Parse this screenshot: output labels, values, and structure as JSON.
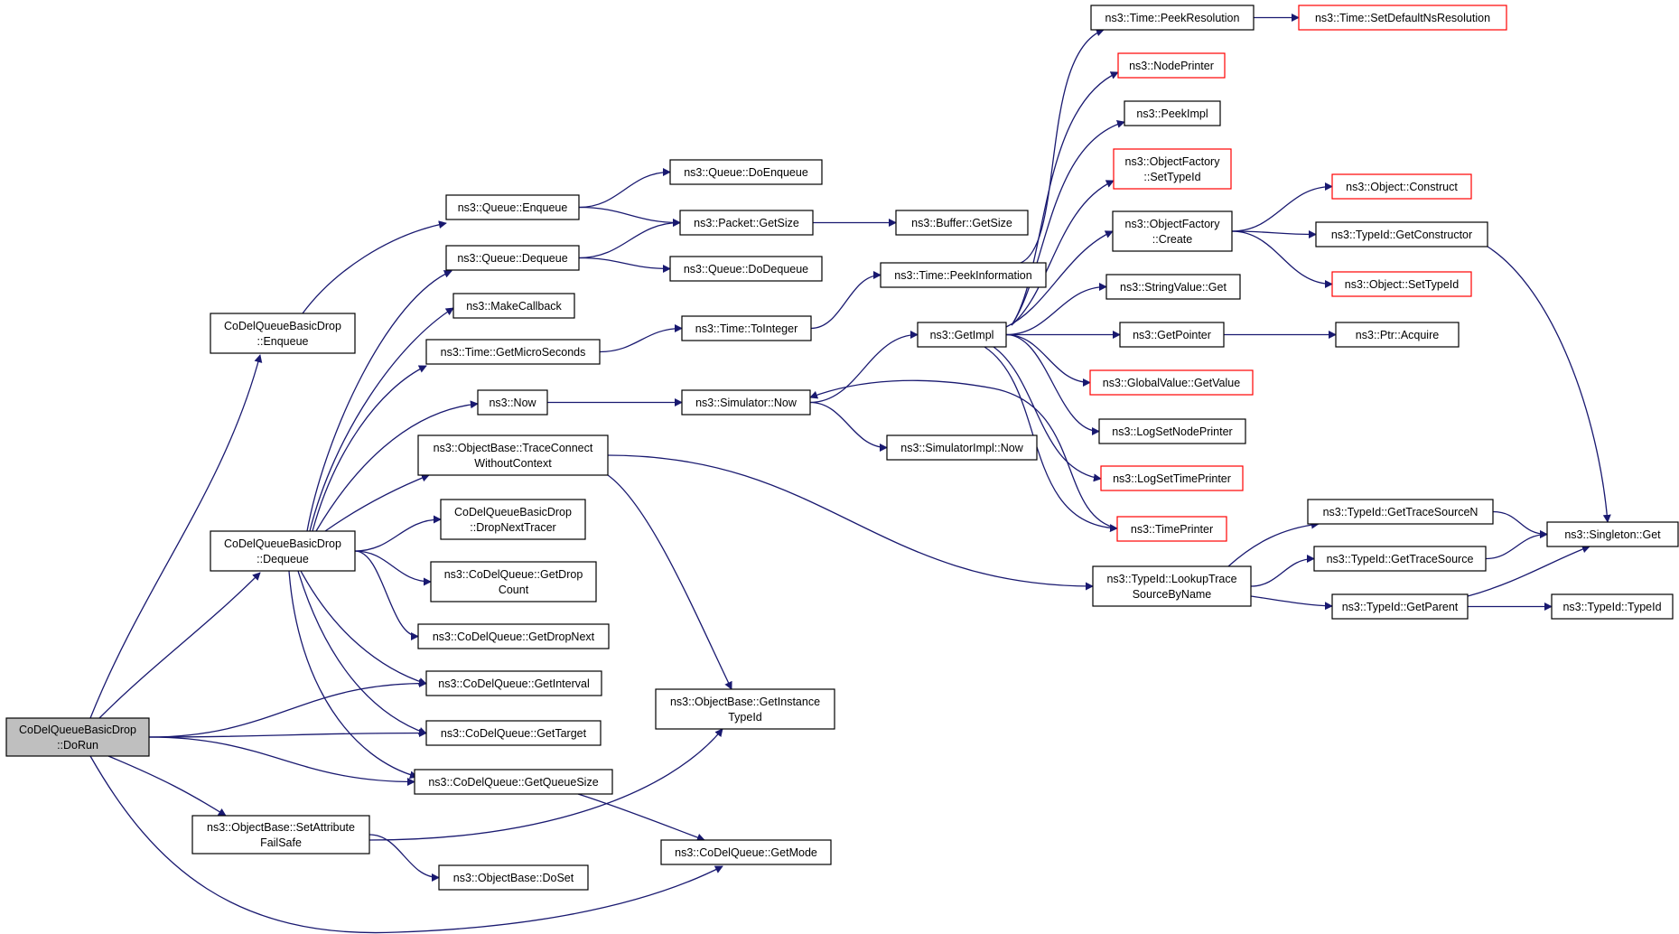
{
  "colors": {
    "edge": "#191970",
    "border_normal": "#000000",
    "border_truncated": "#ff0000",
    "root_fill": "#bfbfbf",
    "node_fill": "#ffffff"
  },
  "nodes": [
    {
      "id": "root",
      "lines": [
        "CoDelQueueBasicDrop",
        "::DoRun"
      ],
      "kind": "root"
    },
    {
      "id": "enqueue_td",
      "lines": [
        "CoDelQueueBasicDrop",
        "::Enqueue"
      ],
      "kind": "normal"
    },
    {
      "id": "dequeue_td",
      "lines": [
        "CoDelQueueBasicDrop",
        "::Dequeue"
      ],
      "kind": "normal"
    },
    {
      "id": "setattr",
      "lines": [
        "ns3::ObjectBase::SetAttribute",
        "FailSafe"
      ],
      "kind": "normal"
    },
    {
      "id": "queue_enqueue",
      "lines": [
        "ns3::Queue::Enqueue"
      ],
      "kind": "normal"
    },
    {
      "id": "queue_dequeue",
      "lines": [
        "ns3::Queue::Dequeue"
      ],
      "kind": "normal"
    },
    {
      "id": "makecallback",
      "lines": [
        "ns3::MakeCallback"
      ],
      "kind": "normal"
    },
    {
      "id": "getmicro",
      "lines": [
        "ns3::Time::GetMicroSeconds"
      ],
      "kind": "normal"
    },
    {
      "id": "now",
      "lines": [
        "ns3::Now"
      ],
      "kind": "normal"
    },
    {
      "id": "traceconnect",
      "lines": [
        "ns3::ObjectBase::TraceConnect",
        "WithoutContext"
      ],
      "kind": "normal"
    },
    {
      "id": "dropnexttracer",
      "lines": [
        "CoDelQueueBasicDrop",
        "::DropNextTracer"
      ],
      "kind": "normal"
    },
    {
      "id": "getdropcount",
      "lines": [
        "ns3::CoDelQueue::GetDrop",
        "Count"
      ],
      "kind": "normal"
    },
    {
      "id": "getdropnext",
      "lines": [
        "ns3::CoDelQueue::GetDropNext"
      ],
      "kind": "normal"
    },
    {
      "id": "getinterval",
      "lines": [
        "ns3::CoDelQueue::GetInterval"
      ],
      "kind": "normal"
    },
    {
      "id": "gettarget",
      "lines": [
        "ns3::CoDelQueue::GetTarget"
      ],
      "kind": "normal"
    },
    {
      "id": "getqueuesize",
      "lines": [
        "ns3::CoDelQueue::GetQueueSize"
      ],
      "kind": "normal"
    },
    {
      "id": "doset",
      "lines": [
        "ns3::ObjectBase::DoSet"
      ],
      "kind": "normal"
    },
    {
      "id": "doenqueue",
      "lines": [
        "ns3::Queue::DoEnqueue"
      ],
      "kind": "normal"
    },
    {
      "id": "packetgetsize",
      "lines": [
        "ns3::Packet::GetSize"
      ],
      "kind": "normal"
    },
    {
      "id": "dodequeue",
      "lines": [
        "ns3::Queue::DoDequeue"
      ],
      "kind": "normal"
    },
    {
      "id": "tointeger",
      "lines": [
        "ns3::Time::ToInteger"
      ],
      "kind": "normal"
    },
    {
      "id": "simnow",
      "lines": [
        "ns3::Simulator::Now"
      ],
      "kind": "normal"
    },
    {
      "id": "getinstancetypeid",
      "lines": [
        "ns3::ObjectBase::GetInstance",
        "TypeId"
      ],
      "kind": "normal"
    },
    {
      "id": "getmode",
      "lines": [
        "ns3::CoDelQueue::GetMode"
      ],
      "kind": "normal"
    },
    {
      "id": "buffergetsize",
      "lines": [
        "ns3::Buffer::GetSize"
      ],
      "kind": "normal"
    },
    {
      "id": "peekinfo",
      "lines": [
        "ns3::Time::PeekInformation"
      ],
      "kind": "normal"
    },
    {
      "id": "getimpl",
      "lines": [
        "ns3::GetImpl"
      ],
      "kind": "normal"
    },
    {
      "id": "simimplnow",
      "lines": [
        "ns3::SimulatorImpl::Now"
      ],
      "kind": "normal"
    },
    {
      "id": "peekres",
      "lines": [
        "ns3::Time::PeekResolution"
      ],
      "kind": "normal"
    },
    {
      "id": "nodeprinter",
      "lines": [
        "ns3::NodePrinter"
      ],
      "kind": "truncated"
    },
    {
      "id": "peekimpl",
      "lines": [
        "ns3::PeekImpl"
      ],
      "kind": "normal"
    },
    {
      "id": "ofsettypeid",
      "lines": [
        "ns3::ObjectFactory",
        "::SetTypeId"
      ],
      "kind": "truncated"
    },
    {
      "id": "ofcreate",
      "lines": [
        "ns3::ObjectFactory",
        "::Create"
      ],
      "kind": "normal"
    },
    {
      "id": "stringvalueget",
      "lines": [
        "ns3::StringValue::Get"
      ],
      "kind": "normal"
    },
    {
      "id": "getpointer",
      "lines": [
        "ns3::GetPointer"
      ],
      "kind": "normal"
    },
    {
      "id": "globalvalue",
      "lines": [
        "ns3::GlobalValue::GetValue"
      ],
      "kind": "truncated"
    },
    {
      "id": "logsetnodeprinter",
      "lines": [
        "ns3::LogSetNodePrinter"
      ],
      "kind": "normal"
    },
    {
      "id": "logsettimeprinter",
      "lines": [
        "ns3::LogSetTimePrinter"
      ],
      "kind": "truncated"
    },
    {
      "id": "timeprinter",
      "lines": [
        "ns3::TimePrinter"
      ],
      "kind": "truncated"
    },
    {
      "id": "lookuptrace",
      "lines": [
        "ns3::TypeId::LookupTrace",
        "SourceByName"
      ],
      "kind": "normal"
    },
    {
      "id": "setdefaultns",
      "lines": [
        "ns3::Time::SetDefaultNsResolution"
      ],
      "kind": "truncated"
    },
    {
      "id": "objconstruct",
      "lines": [
        "ns3::Object::Construct"
      ],
      "kind": "truncated"
    },
    {
      "id": "getconstructor",
      "lines": [
        "ns3::TypeId::GetConstructor"
      ],
      "kind": "normal"
    },
    {
      "id": "objsettypeid",
      "lines": [
        "ns3::Object::SetTypeId"
      ],
      "kind": "truncated"
    },
    {
      "id": "ptracquire",
      "lines": [
        "ns3::Ptr::Acquire"
      ],
      "kind": "normal"
    },
    {
      "id": "gettracesourcen",
      "lines": [
        "ns3::TypeId::GetTraceSourceN"
      ],
      "kind": "normal"
    },
    {
      "id": "gettracesource",
      "lines": [
        "ns3::TypeId::GetTraceSource"
      ],
      "kind": "normal"
    },
    {
      "id": "getparent",
      "lines": [
        "ns3::TypeId::GetParent"
      ],
      "kind": "normal"
    },
    {
      "id": "singletonget",
      "lines": [
        "ns3::Singleton::Get"
      ],
      "kind": "normal"
    },
    {
      "id": "typeidctor",
      "lines": [
        "ns3::TypeId::TypeId"
      ],
      "kind": "normal"
    }
  ],
  "edges": [
    {
      "from": "root",
      "to": "enqueue_td"
    },
    {
      "from": "root",
      "to": "dequeue_td"
    },
    {
      "from": "root",
      "to": "getinterval"
    },
    {
      "from": "root",
      "to": "gettarget"
    },
    {
      "from": "root",
      "to": "getqueuesize"
    },
    {
      "from": "root",
      "to": "setattr"
    },
    {
      "from": "root",
      "to": "getmode"
    },
    {
      "from": "enqueue_td",
      "to": "queue_enqueue"
    },
    {
      "from": "dequeue_td",
      "to": "queue_dequeue"
    },
    {
      "from": "dequeue_td",
      "to": "makecallback"
    },
    {
      "from": "dequeue_td",
      "to": "getmicro"
    },
    {
      "from": "dequeue_td",
      "to": "now"
    },
    {
      "from": "dequeue_td",
      "to": "traceconnect"
    },
    {
      "from": "dequeue_td",
      "to": "dropnexttracer"
    },
    {
      "from": "dequeue_td",
      "to": "getdropcount"
    },
    {
      "from": "dequeue_td",
      "to": "getdropnext"
    },
    {
      "from": "dequeue_td",
      "to": "getinterval"
    },
    {
      "from": "dequeue_td",
      "to": "gettarget"
    },
    {
      "from": "dequeue_td",
      "to": "getqueuesize"
    },
    {
      "from": "queue_enqueue",
      "to": "doenqueue"
    },
    {
      "from": "queue_enqueue",
      "to": "packetgetsize"
    },
    {
      "from": "queue_dequeue",
      "to": "packetgetsize"
    },
    {
      "from": "queue_dequeue",
      "to": "dodequeue"
    },
    {
      "from": "packetgetsize",
      "to": "buffergetsize"
    },
    {
      "from": "getmicro",
      "to": "tointeger"
    },
    {
      "from": "tointeger",
      "to": "peekinfo"
    },
    {
      "from": "now",
      "to": "simnow"
    },
    {
      "from": "simnow",
      "to": "getimpl"
    },
    {
      "from": "simnow",
      "to": "simimplnow"
    },
    {
      "from": "traceconnect",
      "to": "getinstancetypeid"
    },
    {
      "from": "traceconnect",
      "to": "lookuptrace"
    },
    {
      "from": "setattr",
      "to": "getinstancetypeid"
    },
    {
      "from": "setattr",
      "to": "doset"
    },
    {
      "from": "getqueuesize",
      "to": "getmode"
    },
    {
      "from": "peekinfo",
      "to": "peekres"
    },
    {
      "from": "peekres",
      "to": "setdefaultns"
    },
    {
      "from": "getimpl",
      "to": "nodeprinter"
    },
    {
      "from": "getimpl",
      "to": "peekimpl"
    },
    {
      "from": "getimpl",
      "to": "ofsettypeid"
    },
    {
      "from": "getimpl",
      "to": "ofcreate"
    },
    {
      "from": "getimpl",
      "to": "stringvalueget"
    },
    {
      "from": "getimpl",
      "to": "getpointer"
    },
    {
      "from": "getimpl",
      "to": "globalvalue"
    },
    {
      "from": "getimpl",
      "to": "logsetnodeprinter"
    },
    {
      "from": "getimpl",
      "to": "logsettimeprinter"
    },
    {
      "from": "getimpl",
      "to": "timeprinter"
    },
    {
      "from": "timeprinter",
      "to": "simnow"
    },
    {
      "from": "ofcreate",
      "to": "objconstruct"
    },
    {
      "from": "ofcreate",
      "to": "getconstructor"
    },
    {
      "from": "ofcreate",
      "to": "objsettypeid"
    },
    {
      "from": "getpointer",
      "to": "ptracquire"
    },
    {
      "from": "getconstructor",
      "to": "singletonget"
    },
    {
      "from": "lookuptrace",
      "to": "gettracesourcen"
    },
    {
      "from": "lookuptrace",
      "to": "gettracesource"
    },
    {
      "from": "lookuptrace",
      "to": "getparent"
    },
    {
      "from": "gettracesourcen",
      "to": "singletonget"
    },
    {
      "from": "gettracesource",
      "to": "singletonget"
    },
    {
      "from": "getparent",
      "to": "singletonget"
    },
    {
      "from": "getparent",
      "to": "typeidctor"
    }
  ]
}
